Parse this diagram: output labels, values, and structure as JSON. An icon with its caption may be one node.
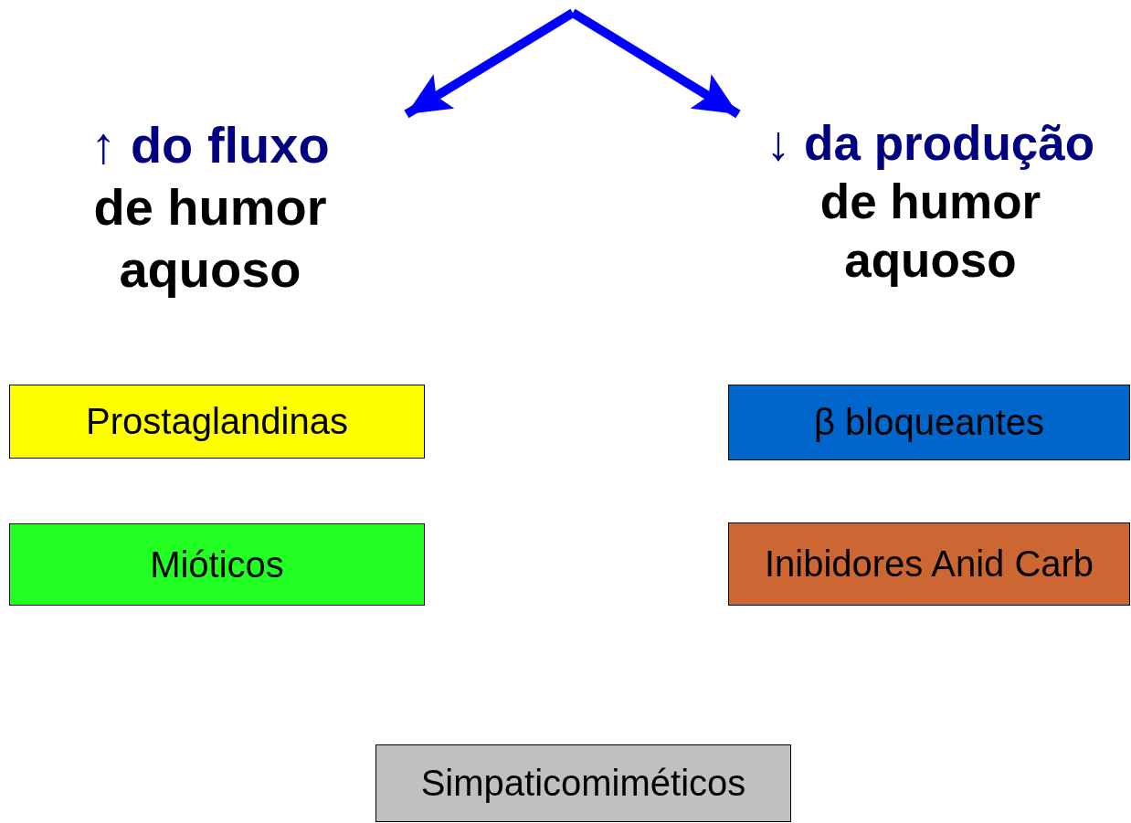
{
  "diagram": {
    "nodes": [
      {
        "text": [
          "↑ do fluxo",
          "de humor aquoso"
        ]
      },
      {
        "text": [
          "↓ da produção",
          "de humor aquoso"
        ]
      },
      {
        "text": [
          "Prostaglandinas"
        ]
      },
      {
        "text": [
          "Mióticos"
        ]
      },
      {
        "text": [
          "β bloqueantes"
        ]
      },
      {
        "text": [
          "Inibidores Anid Carb"
        ]
      },
      {
        "text": [
          "Simpaticomiméticos"
        ]
      }
    ],
    "edges": [
      {
        "from": null,
        "to": 0,
        "arrow": "to"
      },
      {
        "from": null,
        "to": 1,
        "arrow": "to"
      }
    ]
  }
}
